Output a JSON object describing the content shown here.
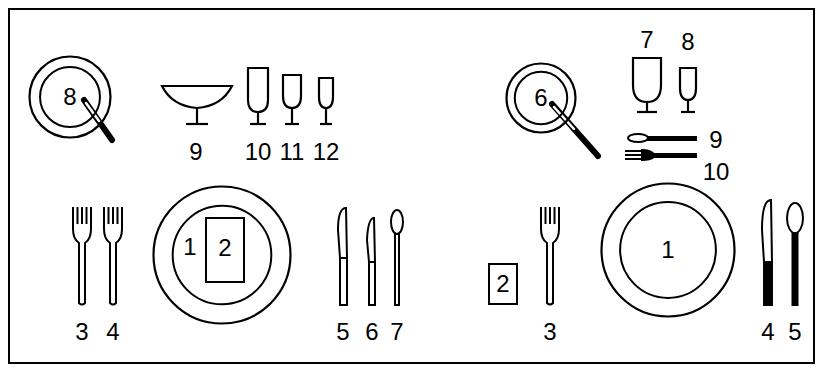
{
  "diagram": {
    "nodes": [
      {
        "text": [
          "8"
        ]
      },
      {
        "text": [
          "6"
        ]
      },
      {
        "text": [
          "1"
        ]
      },
      {
        "text": [
          "2"
        ],
        "in": 2
      },
      {
        "text": [
          "2"
        ]
      },
      {
        "text": [
          "1"
        ]
      }
    ],
    "labels": [
      "9",
      "10",
      "11",
      "12",
      "7",
      "8",
      "9",
      "10",
      "3",
      "4",
      "5",
      "6",
      "7",
      "3",
      "4",
      "5"
    ]
  }
}
